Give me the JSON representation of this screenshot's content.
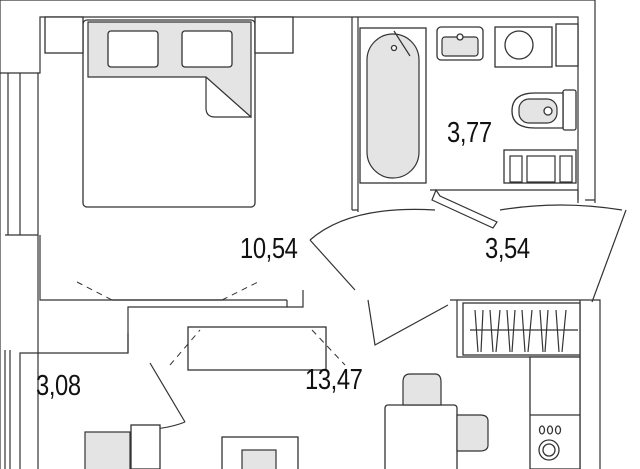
{
  "floor_plan": {
    "rooms": [
      {
        "id": "bedroom",
        "area": "10,54"
      },
      {
        "id": "bathroom",
        "area": "3,77"
      },
      {
        "id": "hallway",
        "area": "3,54"
      },
      {
        "id": "storage",
        "area": "3,08"
      },
      {
        "id": "kitchen-living",
        "area": "13,47"
      }
    ]
  }
}
